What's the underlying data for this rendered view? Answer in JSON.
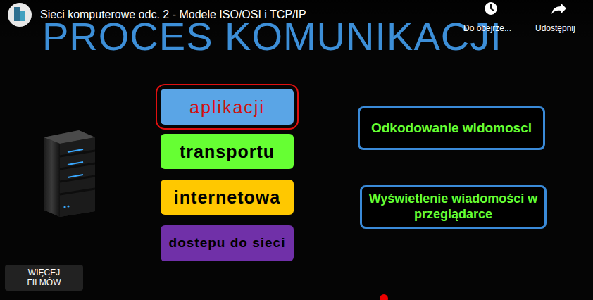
{
  "diagram": {
    "title": "PROCES KOMUNIKACJI",
    "nodes": [
      {
        "text": [
          "aplikacji"
        ]
      },
      {
        "text": [
          "transportu"
        ]
      },
      {
        "text": [
          "internetowa"
        ]
      },
      {
        "text": [
          "dostepu do sieci"
        ]
      },
      {
        "text": [
          "Odkodowanie widomosci"
        ]
      },
      {
        "text": [
          "Wyświetlenie wiadomości w przeglądarce"
        ]
      },
      {
        "text": [
          "WIĘCEJ FILMÓW"
        ]
      }
    ],
    "labels": [
      "Sieci komputerowe odc. 2 - Modele ISO/OSI i TCP/IP",
      "Do obejrze...",
      "Udostępnij"
    ]
  }
}
